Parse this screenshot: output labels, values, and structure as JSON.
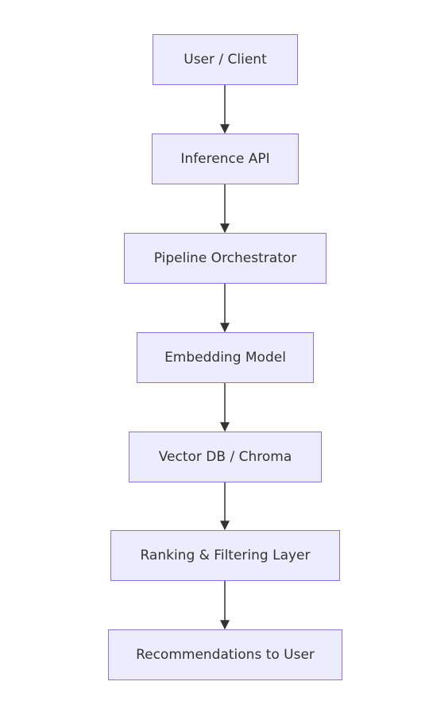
{
  "nodes": [
    {
      "id": "user-client",
      "label": "User / Client"
    },
    {
      "id": "inference-api",
      "label": "Inference API"
    },
    {
      "id": "pipeline-orchestrator",
      "label": "Pipeline Orchestrator"
    },
    {
      "id": "embedding-model",
      "label": "Embedding Model"
    },
    {
      "id": "vector-db",
      "label": "Vector DB / Chroma"
    },
    {
      "id": "ranking-filtering",
      "label": "Ranking & Filtering Layer"
    },
    {
      "id": "recommendations",
      "label": "Recommendations to User"
    }
  ],
  "edges": [
    {
      "from": "user-client",
      "to": "inference-api"
    },
    {
      "from": "inference-api",
      "to": "pipeline-orchestrator"
    },
    {
      "from": "pipeline-orchestrator",
      "to": "embedding-model"
    },
    {
      "from": "embedding-model",
      "to": "vector-db"
    },
    {
      "from": "vector-db",
      "to": "ranking-filtering"
    },
    {
      "from": "ranking-filtering",
      "to": "recommendations"
    }
  ],
  "colors": {
    "node_fill": "#ECECFF",
    "node_border": "#9370DB",
    "text": "#333333",
    "edge": "#333333"
  }
}
